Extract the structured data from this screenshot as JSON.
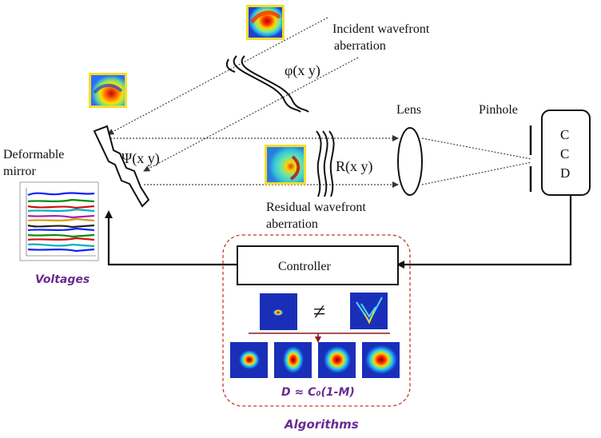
{
  "labels": {
    "incident_line1": "Incident wavefront",
    "incident_line2": "aberration",
    "phi": "φ(x y)",
    "lens": "Lens",
    "pinhole": "Pinhole",
    "ccd_c1": "C",
    "ccd_c2": "C",
    "ccd_d": "D",
    "dm_line1": "Deformable",
    "dm_line2": "mirror",
    "psi": "Ψ(x y)",
    "r": "R(x y)",
    "residual_line1": "Residual wavefront",
    "residual_line2": "aberration",
    "controller": "Controller",
    "voltages": "Voltages",
    "not_equal": "≠",
    "formula": "D ≈ C₀(1-M)",
    "algorithms": "Algorithms"
  },
  "colors": {
    "line": "#111111",
    "beam": "#555555",
    "dashed_box": "#c0392b",
    "accent_purple": "#6a2c91",
    "psf_background": "#1a2fb8"
  },
  "icons": {
    "phase_maps": "jet-colormap-phase-map",
    "psf_spots": "focal-spot-image",
    "voltage_plot": "multi-line-voltage-plot"
  }
}
